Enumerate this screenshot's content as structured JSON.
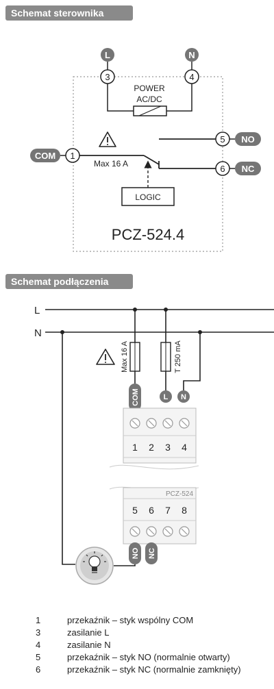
{
  "controller_schema": {
    "title": "Schemat sterownika",
    "terminals": {
      "t1": "1",
      "t3": "3",
      "t4": "4",
      "t5": "5",
      "t6": "6"
    },
    "tags": {
      "l": "L",
      "n": "N",
      "com": "COM",
      "no": "NO",
      "nc": "NC"
    },
    "power_label_1": "POWER",
    "power_label_2": "AC/DC",
    "max_current": "Max 16 A",
    "logic_label": "LOGIC",
    "model": "PCZ-524.4"
  },
  "wiring_schema": {
    "title": "Schemat podłączenia",
    "line_l": "L",
    "line_n": "N",
    "fuse_1": "Max 16 A",
    "fuse_2": "T 250 mA",
    "tags": {
      "com": "COM",
      "l": "L",
      "n": "N",
      "no": "NO",
      "nc": "NC"
    },
    "top_numbers": [
      "1",
      "2",
      "3",
      "4"
    ],
    "bottom_numbers": [
      "5",
      "6",
      "7",
      "8"
    ],
    "device_label": "PCZ-524"
  },
  "legend": [
    {
      "num": "1",
      "text": "przekaźnik – styk wspólny COM"
    },
    {
      "num": "3",
      "text": "zasilanie L"
    },
    {
      "num": "4",
      "text": "zasilanie N"
    },
    {
      "num": "5",
      "text": "przekaźnik – styk NO (normalnie otwarty)"
    },
    {
      "num": "6",
      "text": "przekaźnik – styk NC (normalnie zamknięty)"
    }
  ],
  "colors": {
    "header_bg": "#8a8a8a",
    "tag_bg": "#757575",
    "line": "#222222",
    "box_bg": "#f4f4f4"
  },
  "icons": [
    "warning-icon",
    "bulb-icon",
    "screw-terminal-icon"
  ]
}
